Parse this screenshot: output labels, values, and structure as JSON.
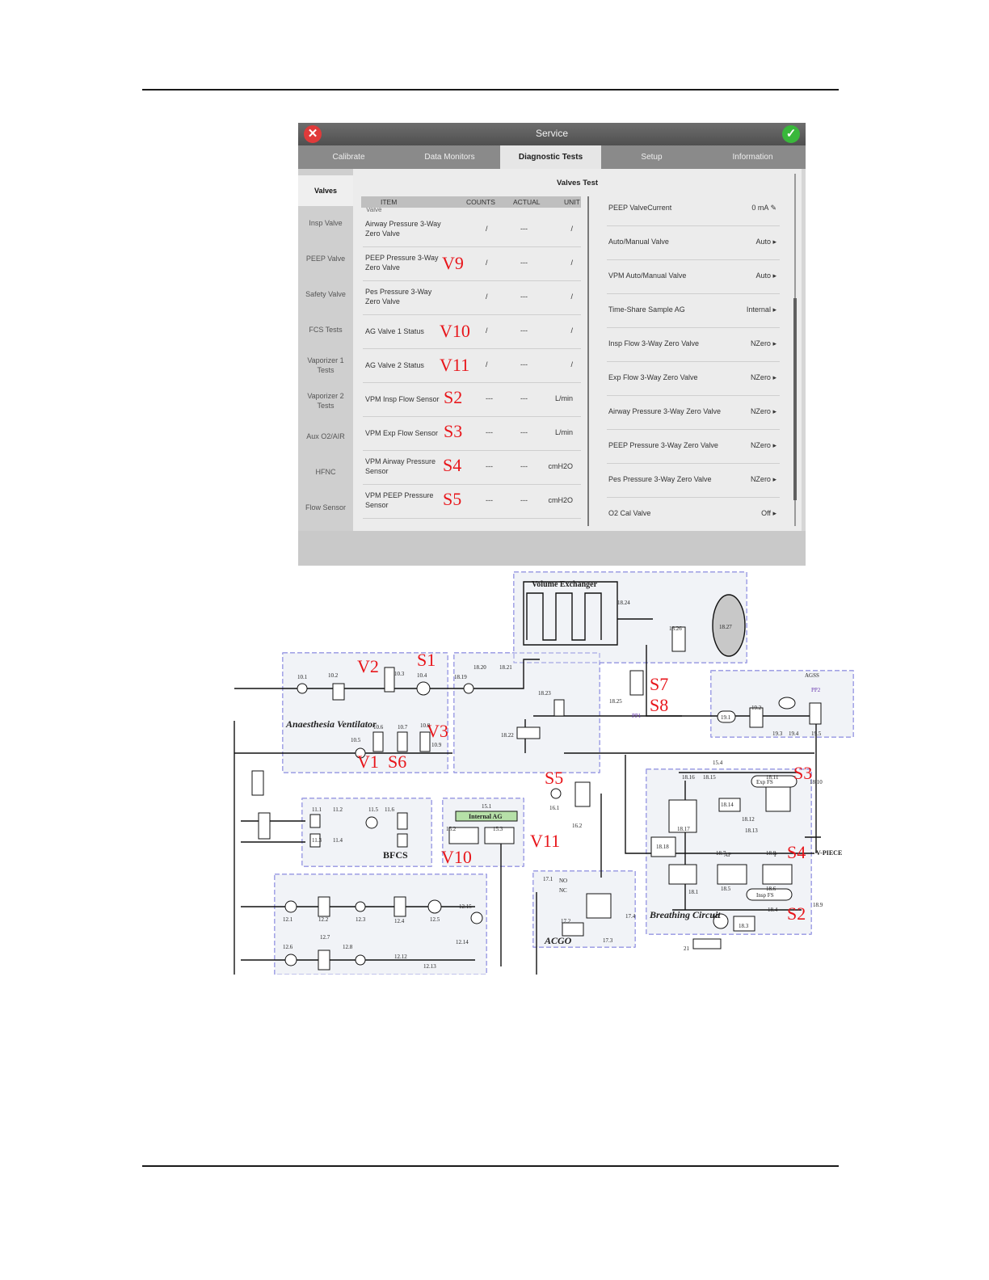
{
  "window": {
    "title": "Service"
  },
  "tabs": [
    "Calibrate",
    "Data Monitors",
    "Diagnostic Tests",
    "Setup",
    "Information"
  ],
  "active_tab": "Diagnostic Tests",
  "sidebar": {
    "items": [
      "Valves",
      "Insp Valve",
      "PEEP Valve",
      "Safety Valve",
      "FCS Tests",
      "Vaporizer 1 Tests",
      "Vaporizer 2 Tests",
      "Aux O2/AIR",
      "HFNC",
      "Flow Sensor"
    ]
  },
  "panel": {
    "title": "Valves Test",
    "columns": [
      "ITEM",
      "COUNTS",
      "ACTUAL",
      "UNIT"
    ],
    "partial_row": "Valve",
    "rows": [
      {
        "item": "Airway Pressure 3-Way Zero Valve",
        "counts": "/",
        "actual": "---",
        "unit": "/",
        "tag": ""
      },
      {
        "item": "PEEP Pressure 3-Way Zero Valve",
        "counts": "/",
        "actual": "---",
        "unit": "/",
        "tag": "V9"
      },
      {
        "item": "Pes Pressure 3-Way Zero Valve",
        "counts": "/",
        "actual": "---",
        "unit": "/",
        "tag": ""
      },
      {
        "item": "AG Valve 1 Status",
        "counts": "/",
        "actual": "---",
        "unit": "/",
        "tag": "V10"
      },
      {
        "item": "AG Valve 2 Status",
        "counts": "/",
        "actual": "---",
        "unit": "/",
        "tag": "V11"
      },
      {
        "item": "VPM Insp Flow Sensor",
        "counts": "---",
        "actual": "---",
        "unit": "L/min",
        "tag": "S2"
      },
      {
        "item": "VPM Exp Flow Sensor",
        "counts": "---",
        "actual": "---",
        "unit": "L/min",
        "tag": "S3"
      },
      {
        "item": "VPM Airway Pressure Sensor",
        "counts": "---",
        "actual": "---",
        "unit": "cmH2O",
        "tag": "S4"
      },
      {
        "item": "VPM PEEP Pressure Sensor",
        "counts": "---",
        "actual": "---",
        "unit": "cmH2O",
        "tag": "S5"
      }
    ],
    "settings": [
      {
        "label": "PEEP ValveCurrent",
        "value": "0 mA",
        "icon": "pencil-icon"
      },
      {
        "label": "Auto/Manual Valve",
        "value": "Auto",
        "icon": "arrow-right-icon"
      },
      {
        "label": "VPM Auto/Manual Valve",
        "value": "Auto",
        "icon": "arrow-right-icon"
      },
      {
        "label": "Time-Share Sample AG",
        "value": "Internal",
        "icon": "arrow-right-icon"
      },
      {
        "label": "Insp Flow 3-Way Zero Valve",
        "value": "NZero",
        "icon": "arrow-right-icon"
      },
      {
        "label": "Exp Flow 3-Way Zero Valve",
        "value": "NZero",
        "icon": "arrow-right-icon"
      },
      {
        "label": "Airway Pressure 3-Way Zero Valve",
        "value": "NZero",
        "icon": "arrow-right-icon"
      },
      {
        "label": "PEEP Pressure 3-Way Zero Valve",
        "value": "NZero",
        "icon": "arrow-right-icon"
      },
      {
        "label": "Pes Pressure 3-Way Zero Valve",
        "value": "NZero",
        "icon": "arrow-right-icon"
      },
      {
        "label": "O2 Cal Valve",
        "value": "Off",
        "icon": "arrow-right-icon"
      }
    ]
  },
  "schematic": {
    "blocks": [
      "Volume Exchanger",
      "Anaesthesia Ventilator",
      "BFCS",
      "Internal AG",
      "ACGO",
      "Breathing Circuit",
      "AGSS",
      "V-PIECE"
    ],
    "labels": [
      "V1",
      "V2",
      "V3",
      "S1",
      "S6",
      "S5",
      "S7",
      "S8",
      "V10",
      "V11",
      "S3",
      "S4",
      "S2"
    ],
    "sensors": [
      "Exp FS",
      "Insp FS",
      "AP",
      "P"
    ],
    "numbers": [
      "10.1",
      "10.2",
      "10.3",
      "10.4",
      "10.5",
      "10.6",
      "10.7",
      "10.8",
      "10.9",
      "11.1",
      "11.2",
      "11.3",
      "11.4",
      "11.5",
      "11.6",
      "12.1",
      "12.2",
      "12.3",
      "12.4",
      "12.5",
      "12.6",
      "12.7",
      "12.8",
      "12.12",
      "12.13",
      "12.14",
      "12.15",
      "15.1",
      "15.2",
      "15.3",
      "16.1",
      "16.2",
      "17.1",
      "17.2",
      "17.3",
      "17.4",
      "18.1",
      "18.2",
      "18.3",
      "18.4",
      "18.5",
      "18.6",
      "18.7",
      "18.8",
      "18.9",
      "18.10",
      "18.11",
      "18.12",
      "18.13",
      "18.14",
      "18.15",
      "18.16",
      "18.17",
      "18.18",
      "18.19",
      "18.20",
      "18.21",
      "18.22",
      "18.23",
      "18.24",
      "18.25",
      "18.26",
      "18.27",
      "19.1",
      "19.2",
      "19.3",
      "19.4",
      "19.5",
      "15.4",
      "PP1",
      "PP2",
      "NO",
      "NC",
      "21"
    ]
  },
  "colors": {
    "red_label": "#e8161b",
    "close": "#e03a3a",
    "ok": "#39b83b",
    "dash": "#5a5ad0"
  }
}
